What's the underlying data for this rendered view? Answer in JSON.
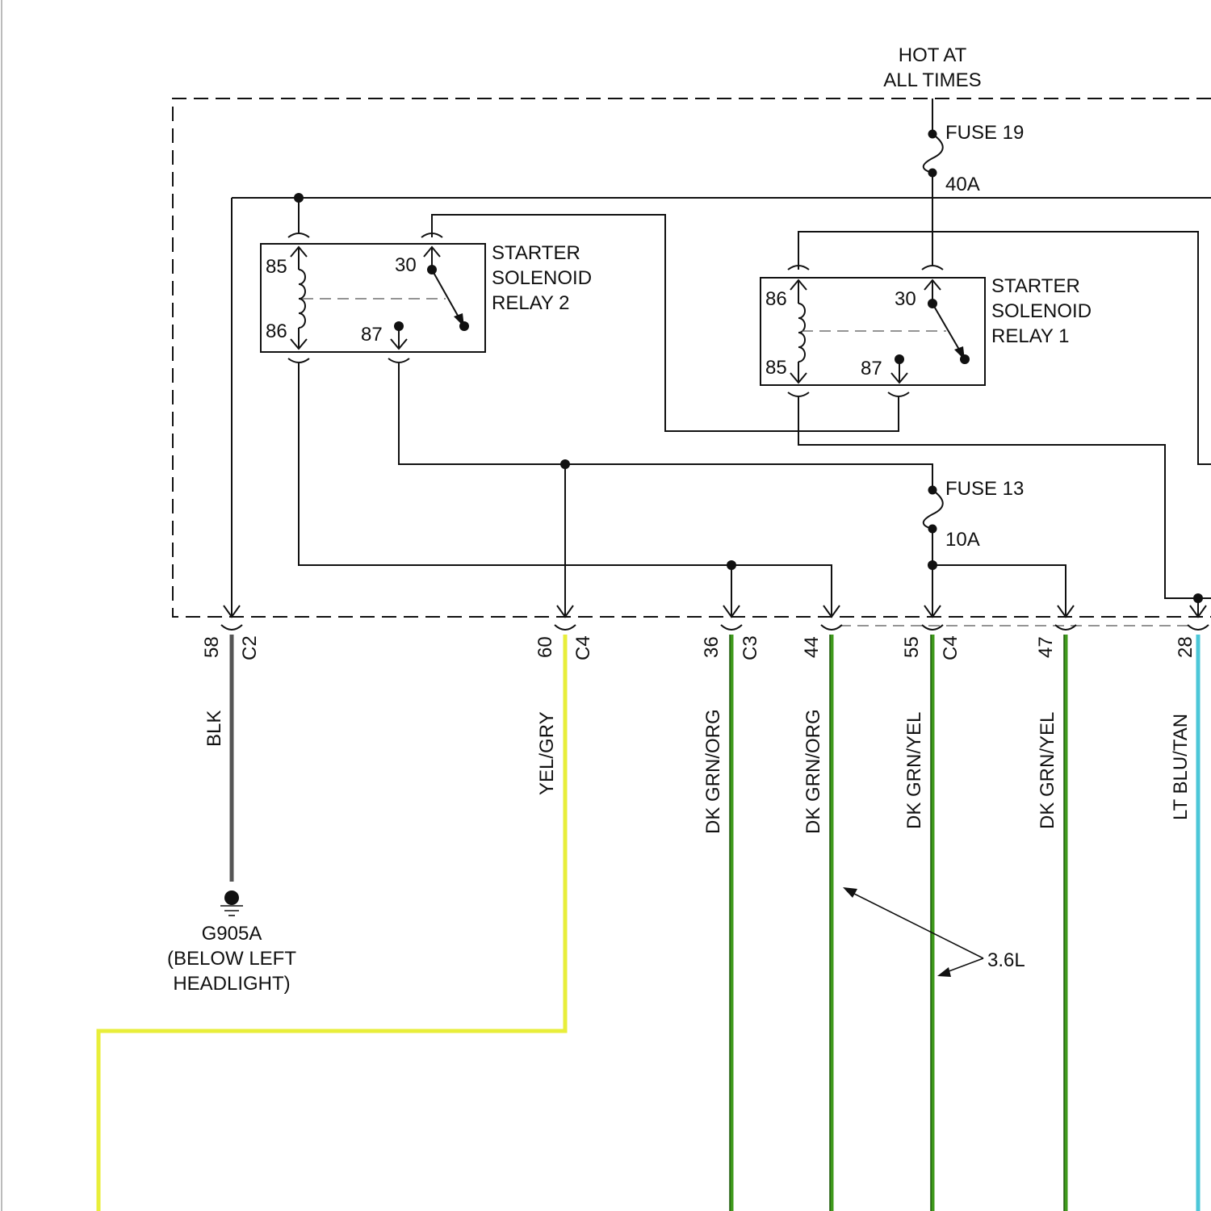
{
  "supply": {
    "line1": "HOT AT",
    "line2": "ALL TIMES"
  },
  "fuses": [
    {
      "name": "FUSE 19",
      "rating": "40A"
    },
    {
      "name": "FUSE 13",
      "rating": "10A"
    }
  ],
  "relays": [
    {
      "line1": "STARTER",
      "line2": "SOLENOID",
      "line3": "RELAY 2",
      "pins": [
        "85",
        "86",
        "30",
        "87"
      ]
    },
    {
      "line1": "STARTER",
      "line2": "SOLENOID",
      "line3": "RELAY 1",
      "pins": [
        "86",
        "85",
        "30",
        "87"
      ]
    }
  ],
  "connectors": [
    {
      "pin": "58",
      "connector": "C2",
      "wire": "BLK",
      "color": "#555555"
    },
    {
      "pin": "60",
      "connector": "C4",
      "wire": "YEL/GRY",
      "color": "#e8ee3a"
    },
    {
      "pin": "36",
      "connector": "C3",
      "wire": "DK GRN/ORG",
      "color": "#3f9a1c"
    },
    {
      "pin": "44",
      "connector": "",
      "wire": "DK GRN/ORG",
      "color": "#3f9a1c"
    },
    {
      "pin": "55",
      "connector": "C4",
      "wire": "DK GRN/YEL",
      "color": "#3f9a1c"
    },
    {
      "pin": "47",
      "connector": "",
      "wire": "DK GRN/YEL",
      "color": "#3f9a1c"
    },
    {
      "pin": "28",
      "connector": "",
      "wire": "LT BLU/TAN",
      "color": "#4cc7d8"
    }
  ],
  "ground": {
    "name": "G905A",
    "line2": "(BELOW LEFT",
    "line3": "HEADLIGHT)"
  },
  "note": "3.6L"
}
